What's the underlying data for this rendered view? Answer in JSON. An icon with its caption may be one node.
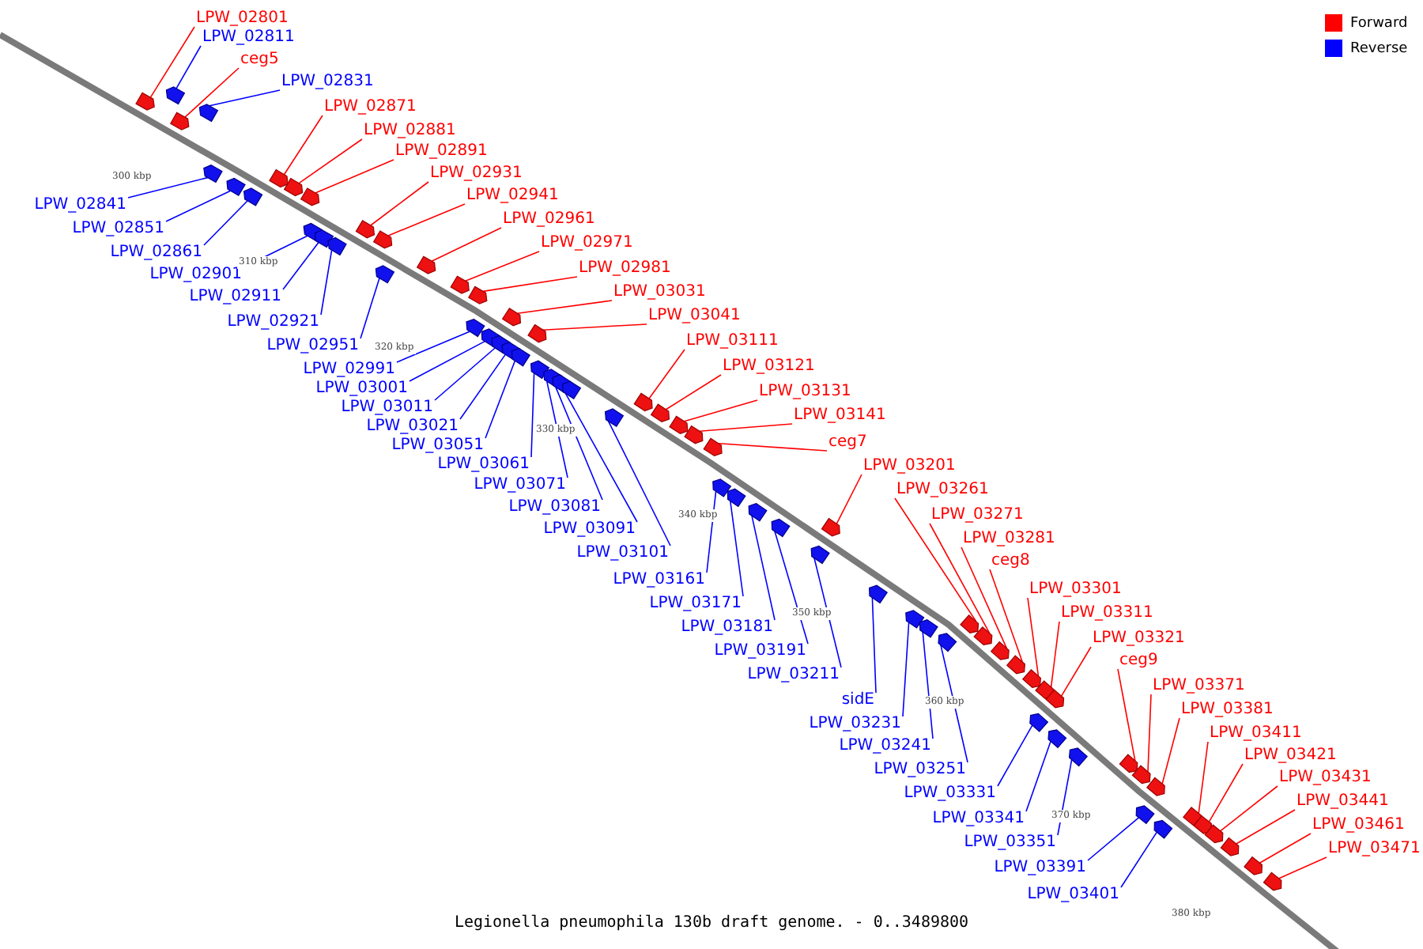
{
  "diagram": {
    "caption": "Legionella pneumophila 130b draft genome. - 0..3489800",
    "nodes": [
      {
        "text": [
          "LPW_02801"
        ]
      },
      {
        "text": [],
        "shape": "bar"
      },
      {
        "text": [
          "LPW_02811"
        ]
      },
      {
        "text": [],
        "shape": "bar"
      },
      {
        "text": [
          "ceg5"
        ]
      },
      {
        "text": [],
        "shape": "bar"
      },
      {
        "text": [
          "LPW_02831"
        ]
      },
      {
        "text": [],
        "shape": "bar"
      },
      {
        "text": [
          "LPW_02871"
        ]
      },
      {
        "text": [],
        "shape": "bar"
      },
      {
        "text": [
          "LPW_02881"
        ]
      },
      {
        "text": [],
        "shape": "bar"
      },
      {
        "text": [
          "LPW_02891"
        ]
      },
      {
        "text": [],
        "shape": "bar"
      },
      {
        "text": [
          "LPW_02931"
        ]
      },
      {
        "text": [],
        "shape": "bar"
      },
      {
        "text": [
          "LPW_02941"
        ]
      },
      {
        "text": [],
        "shape": "bar"
      },
      {
        "text": [
          "LPW_02961"
        ]
      },
      {
        "text": [],
        "shape": "bar"
      },
      {
        "text": [
          "LPW_02971"
        ]
      },
      {
        "text": [],
        "shape": "bar"
      },
      {
        "text": [
          "LPW_02981"
        ]
      },
      {
        "text": [],
        "shape": "bar"
      },
      {
        "text": [
          "LPW_03031"
        ]
      },
      {
        "text": [],
        "shape": "bar"
      },
      {
        "text": [
          "LPW_03041"
        ]
      },
      {
        "text": [],
        "shape": "bar"
      },
      {
        "text": [
          "LPW_03111"
        ]
      },
      {
        "text": [],
        "shape": "bar"
      },
      {
        "text": [
          "LPW_03121"
        ]
      },
      {
        "text": [],
        "shape": "bar"
      },
      {
        "text": [
          "LPW_03131"
        ]
      },
      {
        "text": [],
        "shape": "bar"
      },
      {
        "text": [
          "LPW_03141"
        ]
      },
      {
        "text": [],
        "shape": "bar"
      },
      {
        "text": [
          "ceg7"
        ]
      },
      {
        "text": [],
        "shape": "bar"
      },
      {
        "text": [
          "LPW_03201"
        ]
      },
      {
        "text": [],
        "shape": "bar"
      },
      {
        "text": [
          "LPW_03261"
        ]
      },
      {
        "text": [],
        "shape": "bar"
      },
      {
        "text": [
          "LPW_03271"
        ]
      },
      {
        "text": [],
        "shape": "bar"
      },
      {
        "text": [
          "LPW_03281"
        ]
      },
      {
        "text": [],
        "shape": "bar"
      },
      {
        "text": [
          "ceg8"
        ]
      },
      {
        "text": [],
        "shape": "bar"
      },
      {
        "text": [
          "LPW_03301"
        ]
      },
      {
        "text": [],
        "shape": "bar"
      },
      {
        "text": [
          "LPW_03311"
        ]
      },
      {
        "text": [],
        "shape": "bar"
      },
      {
        "text": [
          "LPW_03321"
        ]
      },
      {
        "text": [],
        "shape": "bar"
      },
      {
        "text": [
          "ceg9"
        ]
      },
      {
        "text": [],
        "shape": "bar"
      },
      {
        "text": [
          "LPW_03371"
        ]
      },
      {
        "text": [],
        "shape": "bar"
      },
      {
        "text": [
          "LPW_03381"
        ]
      },
      {
        "text": [],
        "shape": "bar"
      },
      {
        "text": [
          "LPW_03411"
        ]
      },
      {
        "text": [],
        "shape": "bar"
      },
      {
        "text": [
          "LPW_03421"
        ]
      },
      {
        "text": [],
        "shape": "bar"
      },
      {
        "text": [
          "LPW_03431"
        ]
      },
      {
        "text": [],
        "shape": "bar"
      },
      {
        "text": [
          "LPW_03441"
        ]
      },
      {
        "text": [],
        "shape": "bar"
      },
      {
        "text": [
          "LPW_03461"
        ]
      },
      {
        "text": [],
        "shape": "bar"
      },
      {
        "text": [
          "LPW_03471"
        ]
      },
      {
        "text": [],
        "shape": "bar"
      },
      {
        "text": [
          "LPW_02841"
        ]
      },
      {
        "text": [],
        "shape": "bar"
      },
      {
        "text": [
          "LPW_02851"
        ]
      },
      {
        "text": [],
        "shape": "bar"
      },
      {
        "text": [
          "LPW_02861"
        ]
      },
      {
        "text": [],
        "shape": "bar"
      },
      {
        "text": [
          "LPW_02901"
        ]
      },
      {
        "text": [],
        "shape": "bar"
      },
      {
        "text": [
          "LPW_02911"
        ]
      },
      {
        "text": [],
        "shape": "bar"
      },
      {
        "text": [
          "LPW_02921"
        ]
      },
      {
        "text": [],
        "shape": "bar"
      },
      {
        "text": [
          "LPW_02951"
        ]
      },
      {
        "text": [],
        "shape": "bar"
      },
      {
        "text": [
          "LPW_02991"
        ]
      },
      {
        "text": [],
        "shape": "bar"
      },
      {
        "text": [
          "LPW_03001"
        ]
      },
      {
        "text": [],
        "shape": "bar"
      },
      {
        "text": [
          "LPW_03011"
        ]
      },
      {
        "text": [],
        "shape": "bar"
      },
      {
        "text": [
          "LPW_03021"
        ]
      },
      {
        "text": [],
        "shape": "bar"
      },
      {
        "text": [
          "LPW_03051"
        ]
      },
      {
        "text": [],
        "shape": "bar"
      },
      {
        "text": [
          "LPW_03061"
        ]
      },
      {
        "text": [],
        "shape": "bar"
      },
      {
        "text": [
          "LPW_03071"
        ]
      },
      {
        "text": [],
        "shape": "bar"
      },
      {
        "text": [
          "LPW_03081"
        ]
      },
      {
        "text": [],
        "shape": "bar"
      },
      {
        "text": [
          "LPW_03091"
        ]
      },
      {
        "text": [],
        "shape": "bar"
      },
      {
        "text": [
          "LPW_03101"
        ]
      },
      {
        "text": [],
        "shape": "bar"
      },
      {
        "text": [
          "LPW_03161"
        ]
      },
      {
        "text": [],
        "shape": "bar"
      },
      {
        "text": [
          "LPW_03171"
        ]
      },
      {
        "text": [],
        "shape": "bar"
      },
      {
        "text": [
          "LPW_03181"
        ]
      },
      {
        "text": [],
        "shape": "bar"
      },
      {
        "text": [
          "LPW_03191"
        ]
      },
      {
        "text": [],
        "shape": "bar"
      },
      {
        "text": [
          "LPW_03211"
        ]
      },
      {
        "text": [],
        "shape": "bar"
      },
      {
        "text": [
          "sidE"
        ]
      },
      {
        "text": [],
        "shape": "bar"
      },
      {
        "text": [
          "LPW_03231"
        ]
      },
      {
        "text": [],
        "shape": "bar"
      },
      {
        "text": [
          "LPW_03241"
        ]
      },
      {
        "text": [],
        "shape": "bar"
      },
      {
        "text": [
          "LPW_03251"
        ]
      },
      {
        "text": [],
        "shape": "bar"
      },
      {
        "text": [
          "LPW_03331"
        ]
      },
      {
        "text": [],
        "shape": "bar"
      },
      {
        "text": [
          "LPW_03341"
        ]
      },
      {
        "text": [],
        "shape": "bar"
      },
      {
        "text": [
          "LPW_03351"
        ]
      },
      {
        "text": [],
        "shape": "bar"
      },
      {
        "text": [
          "LPW_03391"
        ]
      },
      {
        "text": [],
        "shape": "bar"
      },
      {
        "text": [
          "LPW_03401"
        ]
      },
      {
        "text": [],
        "shape": "bar"
      }
    ],
    "edges": [
      {
        "from": 0,
        "to": 1,
        "arrow": "none",
        "color": "#ff0000"
      },
      {
        "from": 2,
        "to": 3,
        "arrow": "none",
        "color": "#0000ff"
      },
      {
        "from": 4,
        "to": 5,
        "arrow": "none",
        "color": "#ff0000"
      },
      {
        "from": 6,
        "to": 7,
        "arrow": "none",
        "color": "#0000ff"
      },
      {
        "from": 8,
        "to": 9,
        "arrow": "none",
        "color": "#ff0000"
      },
      {
        "from": 10,
        "to": 11,
        "arrow": "none",
        "color": "#ff0000"
      },
      {
        "from": 12,
        "to": 13,
        "arrow": "none",
        "color": "#ff0000"
      },
      {
        "from": 14,
        "to": 15,
        "arrow": "none",
        "color": "#ff0000"
      },
      {
        "from": 16,
        "to": 17,
        "arrow": "none",
        "color": "#ff0000"
      },
      {
        "from": 18,
        "to": 19,
        "arrow": "none",
        "color": "#ff0000"
      },
      {
        "from": 20,
        "to": 21,
        "arrow": "none",
        "color": "#ff0000"
      },
      {
        "from": 22,
        "to": 23,
        "arrow": "none",
        "color": "#ff0000"
      },
      {
        "from": 24,
        "to": 25,
        "arrow": "none",
        "color": "#ff0000"
      },
      {
        "from": 26,
        "to": 27,
        "arrow": "none",
        "color": "#ff0000"
      },
      {
        "from": 28,
        "to": 29,
        "arrow": "none",
        "color": "#ff0000"
      },
      {
        "from": 30,
        "to": 31,
        "arrow": "none",
        "color": "#ff0000"
      },
      {
        "from": 32,
        "to": 33,
        "arrow": "none",
        "color": "#ff0000"
      },
      {
        "from": 34,
        "to": 35,
        "arrow": "none",
        "color": "#ff0000"
      },
      {
        "from": 36,
        "to": 37,
        "arrow": "none",
        "color": "#ff0000"
      },
      {
        "from": 38,
        "to": 39,
        "arrow": "none",
        "color": "#ff0000"
      },
      {
        "from": 40,
        "to": 41,
        "arrow": "none",
        "color": "#ff0000"
      },
      {
        "from": 42,
        "to": 43,
        "arrow": "none",
        "color": "#ff0000"
      },
      {
        "from": 44,
        "to": 45,
        "arrow": "none",
        "color": "#ff0000"
      },
      {
        "from": 46,
        "to": 47,
        "arrow": "none",
        "color": "#ff0000"
      },
      {
        "from": 48,
        "to": 49,
        "arrow": "none",
        "color": "#ff0000"
      },
      {
        "from": 50,
        "to": 51,
        "arrow": "none",
        "color": "#ff0000"
      },
      {
        "from": 52,
        "to": 53,
        "arrow": "none",
        "color": "#ff0000"
      },
      {
        "from": 54,
        "to": 55,
        "arrow": "none",
        "color": "#ff0000"
      },
      {
        "from": 56,
        "to": 57,
        "arrow": "none",
        "color": "#ff0000"
      },
      {
        "from": 58,
        "to": 59,
        "arrow": "none",
        "color": "#ff0000"
      },
      {
        "from": 60,
        "to": 61,
        "arrow": "none",
        "color": "#ff0000"
      },
      {
        "from": 62,
        "to": 63,
        "arrow": "none",
        "color": "#ff0000"
      },
      {
        "from": 64,
        "to": 65,
        "arrow": "none",
        "color": "#ff0000"
      },
      {
        "from": 66,
        "to": 67,
        "arrow": "none",
        "color": "#ff0000"
      },
      {
        "from": 68,
        "to": 69,
        "arrow": "none",
        "color": "#ff0000"
      },
      {
        "from": 70,
        "to": 71,
        "arrow": "none",
        "color": "#ff0000"
      },
      {
        "from": 72,
        "to": 73,
        "arrow": "none",
        "color": "#0000ff"
      },
      {
        "from": 74,
        "to": 75,
        "arrow": "none",
        "color": "#0000ff"
      },
      {
        "from": 76,
        "to": 77,
        "arrow": "none",
        "color": "#0000ff"
      },
      {
        "from": 78,
        "to": 79,
        "arrow": "none",
        "color": "#0000ff"
      },
      {
        "from": 80,
        "to": 81,
        "arrow": "none",
        "color": "#0000ff"
      },
      {
        "from": 82,
        "to": 83,
        "arrow": "none",
        "color": "#0000ff"
      },
      {
        "from": 84,
        "to": 85,
        "arrow": "none",
        "color": "#0000ff"
      },
      {
        "from": 86,
        "to": 87,
        "arrow": "none",
        "color": "#0000ff"
      },
      {
        "from": 88,
        "to": 89,
        "arrow": "none",
        "color": "#0000ff"
      },
      {
        "from": 90,
        "to": 91,
        "arrow": "none",
        "color": "#0000ff"
      },
      {
        "from": 92,
        "to": 93,
        "arrow": "none",
        "color": "#0000ff"
      },
      {
        "from": 94,
        "to": 95,
        "arrow": "none",
        "color": "#0000ff"
      },
      {
        "from": 96,
        "to": 97,
        "arrow": "none",
        "color": "#0000ff"
      },
      {
        "from": 98,
        "to": 99,
        "arrow": "none",
        "color": "#0000ff"
      },
      {
        "from": 100,
        "to": 101,
        "arrow": "none",
        "color": "#0000ff"
      },
      {
        "from": 102,
        "to": 103,
        "arrow": "none",
        "color": "#0000ff"
      },
      {
        "from": 104,
        "to": 105,
        "arrow": "none",
        "color": "#0000ff"
      },
      {
        "from": 106,
        "to": 107,
        "arrow": "none",
        "color": "#0000ff"
      },
      {
        "from": 108,
        "to": 109,
        "arrow": "none",
        "color": "#0000ff"
      },
      {
        "from": 110,
        "to": 111,
        "arrow": "none",
        "color": "#0000ff"
      },
      {
        "from": 112,
        "to": 113,
        "arrow": "none",
        "color": "#0000ff"
      },
      {
        "from": 114,
        "to": 115,
        "arrow": "none",
        "color": "#0000ff"
      },
      {
        "from": 116,
        "to": 117,
        "arrow": "none",
        "color": "#0000ff"
      },
      {
        "from": 118,
        "to": 119,
        "arrow": "none",
        "color": "#0000ff"
      },
      {
        "from": 120,
        "to": 121,
        "arrow": "none",
        "color": "#0000ff"
      },
      {
        "from": 122,
        "to": 123,
        "arrow": "none",
        "color": "#0000ff"
      },
      {
        "from": 124,
        "to": 125,
        "arrow": "none",
        "color": "#0000ff"
      },
      {
        "from": 126,
        "to": 127,
        "arrow": "none",
        "color": "#0000ff"
      },
      {
        "from": 128,
        "to": 129,
        "arrow": "none",
        "color": "#0000ff"
      },
      {
        "from": 130,
        "to": 131,
        "arrow": "none",
        "color": "#0000ff"
      },
      {
        "from": 132,
        "to": 133,
        "arrow": "none",
        "color": "#0000ff"
      }
    ],
    "labels": [
      "300 kbp",
      "310 kbp",
      "320 kbp",
      "330 kbp",
      "340 kbp",
      "350 kbp",
      "360 kbp",
      "370 kbp",
      "380 kbp"
    ],
    "legend": [
      {
        "text": "Forward",
        "color": "#ff0000"
      },
      {
        "text": "Reverse",
        "color": "#0000ff"
      }
    ]
  }
}
